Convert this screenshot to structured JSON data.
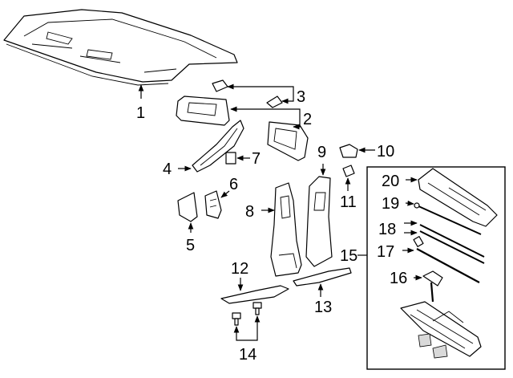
{
  "diagram": {
    "callouts": {
      "c1": "1",
      "c2": "2",
      "c3": "3",
      "c4": "4",
      "c5": "5",
      "c6": "6",
      "c7": "7",
      "c8": "8",
      "c9": "9",
      "c10": "10",
      "c11": "11",
      "c12": "12",
      "c13": "13",
      "c14": "14",
      "c15": "15",
      "c16": "16",
      "c17": "17",
      "c18": "18",
      "c19": "19",
      "c20": "20"
    },
    "colors": {
      "line": "#000000",
      "background": "#ffffff",
      "shading": "#d9d9d9"
    }
  }
}
